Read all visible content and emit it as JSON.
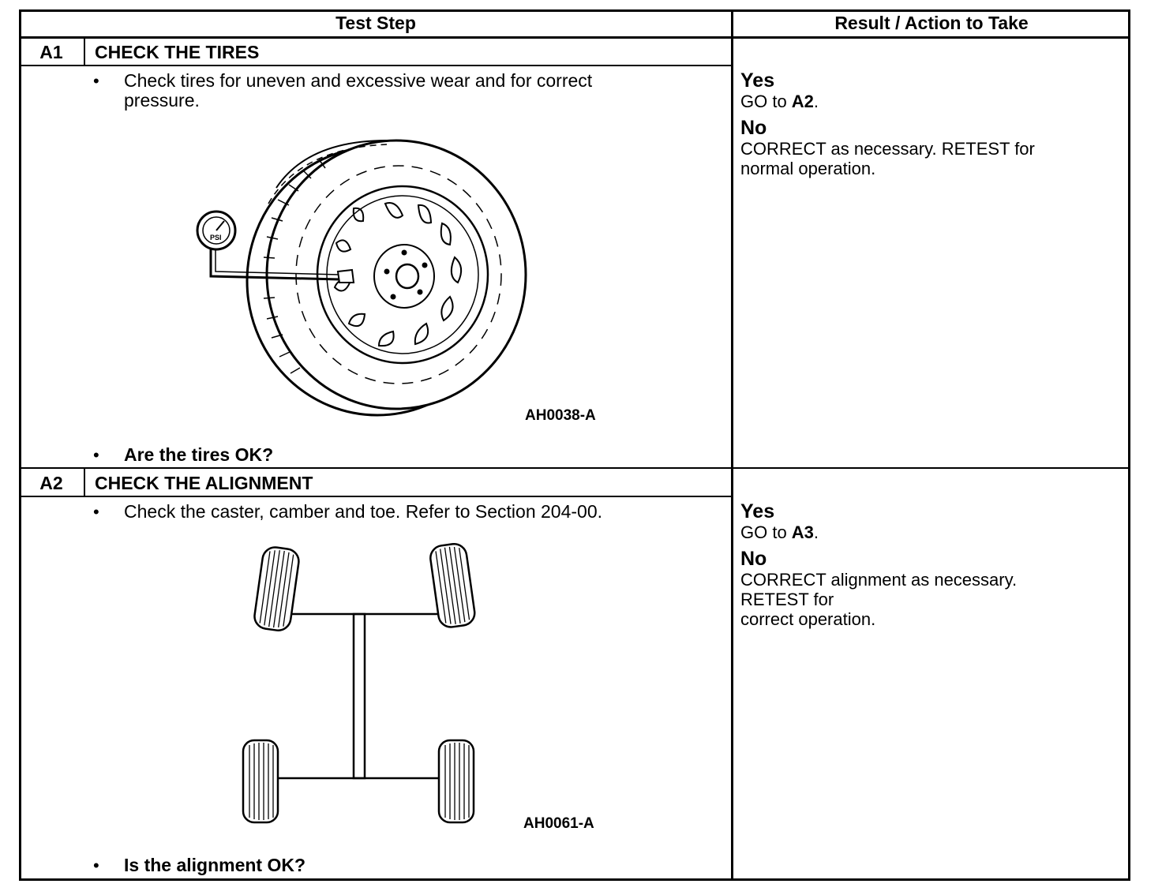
{
  "header": {
    "test_step": "Test Step",
    "result_action": "Result / Action to Take"
  },
  "steps": [
    {
      "id": "A1",
      "title": "CHECK THE TIRES",
      "instruction_line1": "Check tires for uneven and excessive wear and for correct",
      "instruction_line2": "pressure.",
      "figure_ref": "AH0038-A",
      "question": "Are the tires OK?",
      "figure_gauge_label": "PSI",
      "yes_label": "Yes",
      "yes_action_prefix": "GO to ",
      "yes_action_target": "A2",
      "yes_action_suffix": ".",
      "no_label": "No",
      "no_action_line1": "CORRECT as necessary. RETEST for",
      "no_action_line2": "normal operation."
    },
    {
      "id": "A2",
      "title": "CHECK THE ALIGNMENT",
      "instruction_line1": "Check the caster, camber and toe. Refer to Section 204-00.",
      "figure_ref": "AH0061-A",
      "question": "Is the alignment OK?",
      "yes_label": "Yes",
      "yes_action_prefix": "GO to ",
      "yes_action_target": "A3",
      "yes_action_suffix": ".",
      "no_label": "No",
      "no_action_line1": "CORRECT alignment as necessary.",
      "no_action_line2": "RETEST for",
      "no_action_line3": "correct operation."
    }
  ],
  "bullet_glyph": "•"
}
